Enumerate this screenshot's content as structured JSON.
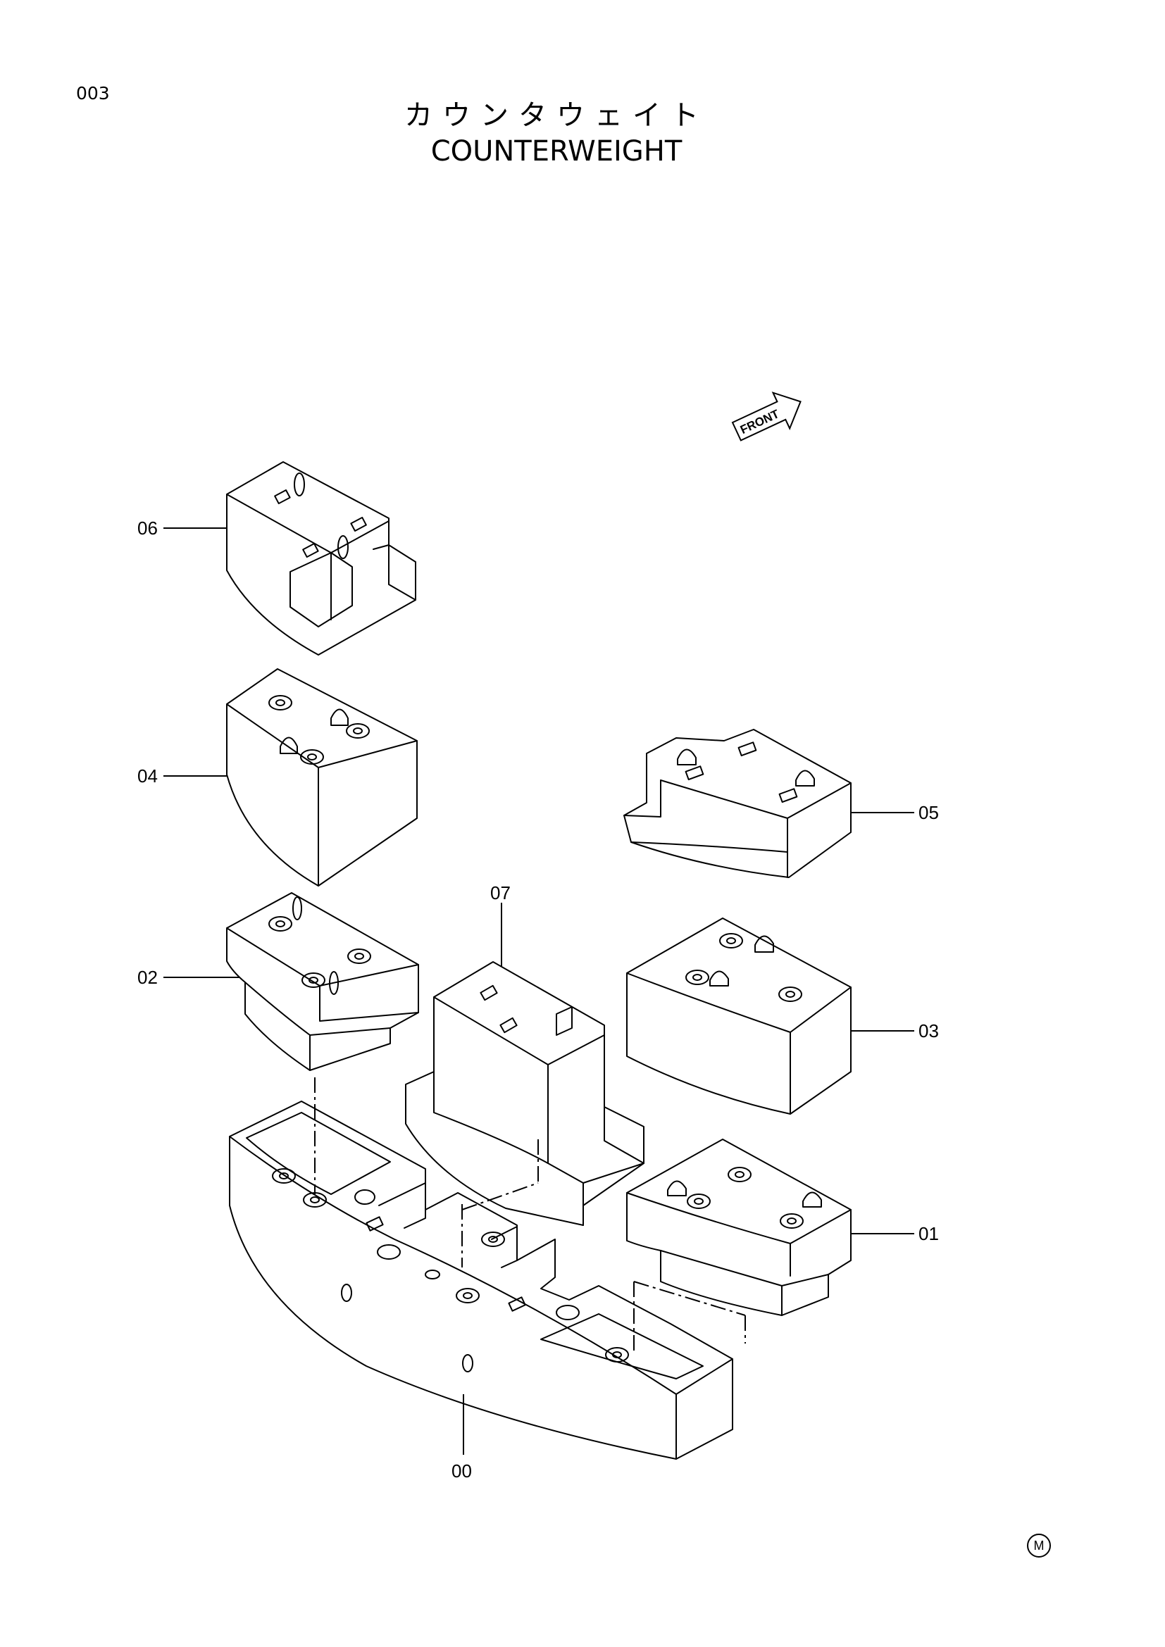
{
  "page_number": "003",
  "title_jp": "カウンタウェイト",
  "title_en": "COUNTERWEIGHT",
  "direction_label": "FRONT",
  "corner_mark": "M",
  "callouts": {
    "c00": "00",
    "c01": "01",
    "c02": "02",
    "c03": "03",
    "c04": "04",
    "c05": "05",
    "c06": "06",
    "c07": "07"
  }
}
